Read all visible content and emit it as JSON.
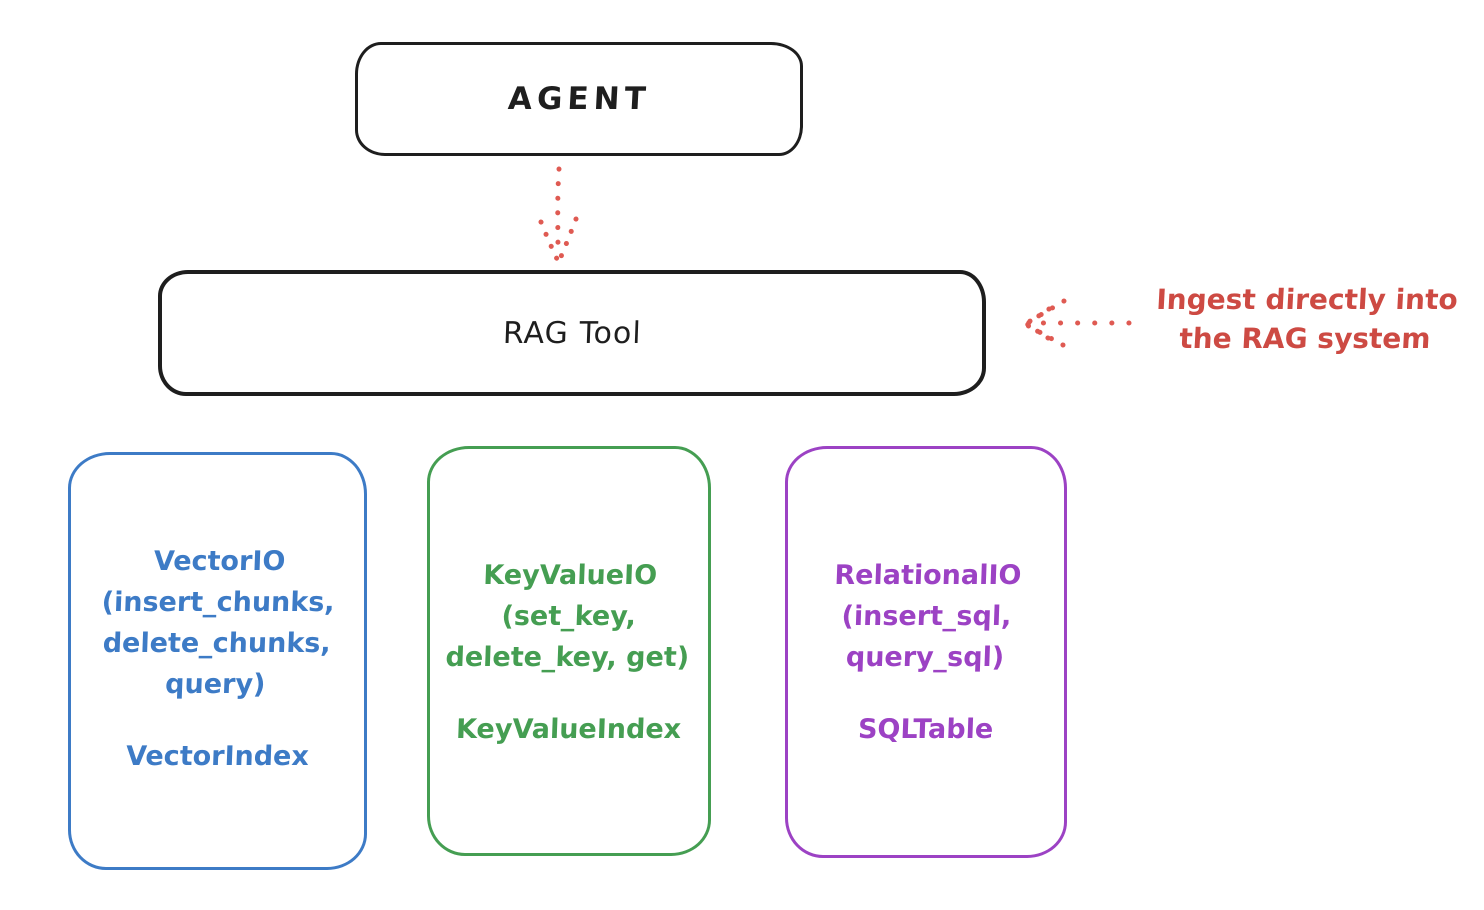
{
  "diagram": {
    "agent": {
      "label": "AGENT"
    },
    "rag_tool": {
      "label": "RAG Tool"
    },
    "annotation": {
      "lines": [
        "Ingest directly into",
        "the RAG system"
      ],
      "color": "#cd4a43"
    },
    "arrows": [
      {
        "name": "agent-to-rag-tool",
        "style": "dotted",
        "direction": "down",
        "color": "#df5a52"
      },
      {
        "name": "annotation-to-rag-tool",
        "style": "dotted",
        "direction": "left",
        "color": "#df5a52"
      }
    ],
    "stores": [
      {
        "name": "vector-io",
        "color": "#3d7bc6",
        "method_lines": [
          "VectorIO",
          "(insert_chunks,",
          "delete_chunks,",
          "query)"
        ],
        "index": "VectorIndex"
      },
      {
        "name": "key-value-io",
        "color": "#459e52",
        "method_lines": [
          "KeyValueIO",
          "(set_key,",
          "delete_key, get)"
        ],
        "index": "KeyValueIndex"
      },
      {
        "name": "relational-io",
        "color": "#9c42c4",
        "method_lines": [
          "RelationalIO",
          "(insert_sql,",
          "query_sql)"
        ],
        "index": "SQLTable"
      }
    ],
    "colors": {
      "stroke": "#1e1e1e",
      "background": "#ffffff"
    }
  }
}
